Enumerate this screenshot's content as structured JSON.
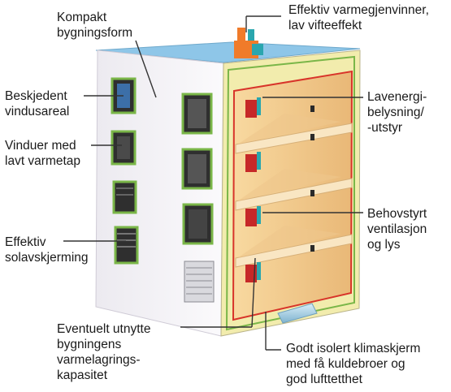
{
  "labels": {
    "compact_form": [
      "Kompakt",
      "bygningsform"
    ],
    "heat_recovery": [
      "Effektiv varmegjenvinner,",
      "lav vifteeffekt"
    ],
    "window_area": [
      "Beskjedent",
      "vindusareal"
    ],
    "low_energy_lighting": [
      "Lavenergi-",
      "belysning/",
      "-utstyr"
    ],
    "low_heat_loss_windows": [
      "Vinduer med",
      "lavt varmetap"
    ],
    "demand_ventilation": [
      "Behovstyrt",
      "ventilasjon",
      "og lys"
    ],
    "solar_shading": [
      "Effektiv",
      "solavskjerming"
    ],
    "thermal_mass": [
      "Eventuelt utnytte",
      "bygningens",
      "varmelagrings-",
      "kapasitet"
    ],
    "insulated_envelope": [
      "Godt isolert klimaskjerm",
      "med få kuldebroer og",
      "god lufttetthet"
    ]
  },
  "colors": {
    "insulation": "#f2ecad",
    "inner_wall": "#f5d29a",
    "wall_frame": "#7ab648",
    "duct_red": "#c62828",
    "duct_orange": "#f07b2a",
    "duct_teal": "#2aa6ae",
    "roof": "#8ec6e8",
    "facade": "#f3f1f4"
  }
}
